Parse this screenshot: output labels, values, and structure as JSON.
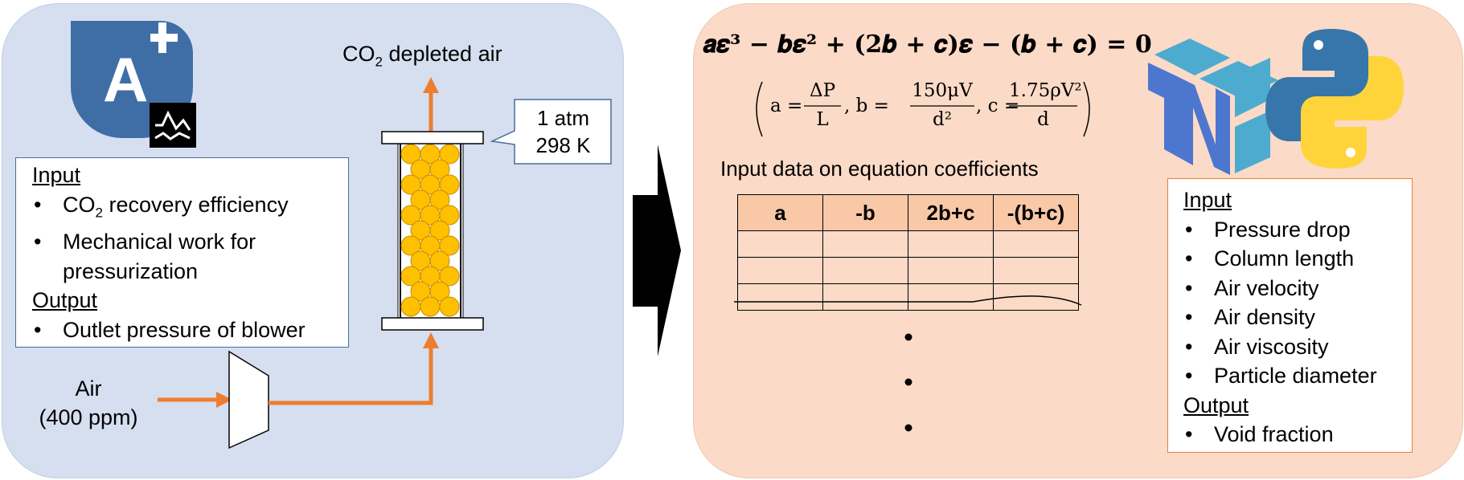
{
  "colors": {
    "left_panel": "#d6dff0",
    "right_panel": "#fbdac7",
    "arrow_orange": "#ed7d31",
    "particle_yellow": "#ffc000",
    "table_header": "#f8c8a7",
    "numpy_blue": "#4dabcf",
    "python_blue": "#3776ab",
    "python_yellow": "#ffd43b"
  },
  "icons": {
    "aspen_logo": "aspen-plus-logo",
    "aspen_chart": "aspen-chart-icon",
    "numpy_logo": "numpy-logo",
    "python_logo": "python-logo",
    "main_arrow": "right-arrow-icon"
  },
  "left": {
    "logo_text": "A",
    "outlet_label_pre": "CO",
    "outlet_label_sub": "2",
    "outlet_label_post": " depleted air",
    "callout": {
      "line1": "1 atm",
      "line2": "298 K"
    },
    "air_label": {
      "line1": "Air",
      "line2": "(400 ppm)"
    },
    "box": {
      "input_heading": "Input",
      "input_item1_pre": "CO",
      "input_item1_sub": "2",
      "input_item1_post": " recovery efficiency",
      "input_item2_line1": "Mechanical work for",
      "input_item2_line2": "pressurization",
      "output_heading": "Output",
      "output_item1": "Outlet pressure of blower"
    }
  },
  "right": {
    "main_equation": "𝒂𝜺³ − 𝒃𝜺² + (𝟐𝒃 + 𝒄)𝜺 − (𝒃 + 𝒄) = 𝟎",
    "coeff_def": {
      "a_lhs": "a =",
      "a_num": "ΔP",
      "a_den": "L",
      "b_lhs": ", b =",
      "b_num": "150μV",
      "b_den": "d²",
      "c_lhs": ", c =",
      "c_num": "1.75ρV²",
      "c_den": "d"
    },
    "table_title": "Input data on equation coefficients",
    "table_headers": [
      "a",
      "-b",
      "2b+c",
      "-(b+c)"
    ],
    "box": {
      "input_heading": "Input",
      "inputs": [
        "Pressure drop",
        "Column length",
        "Air velocity",
        "Air density",
        "Air viscosity",
        "Particle diameter"
      ],
      "output_heading": "Output",
      "outputs": [
        "Void fraction"
      ]
    }
  }
}
